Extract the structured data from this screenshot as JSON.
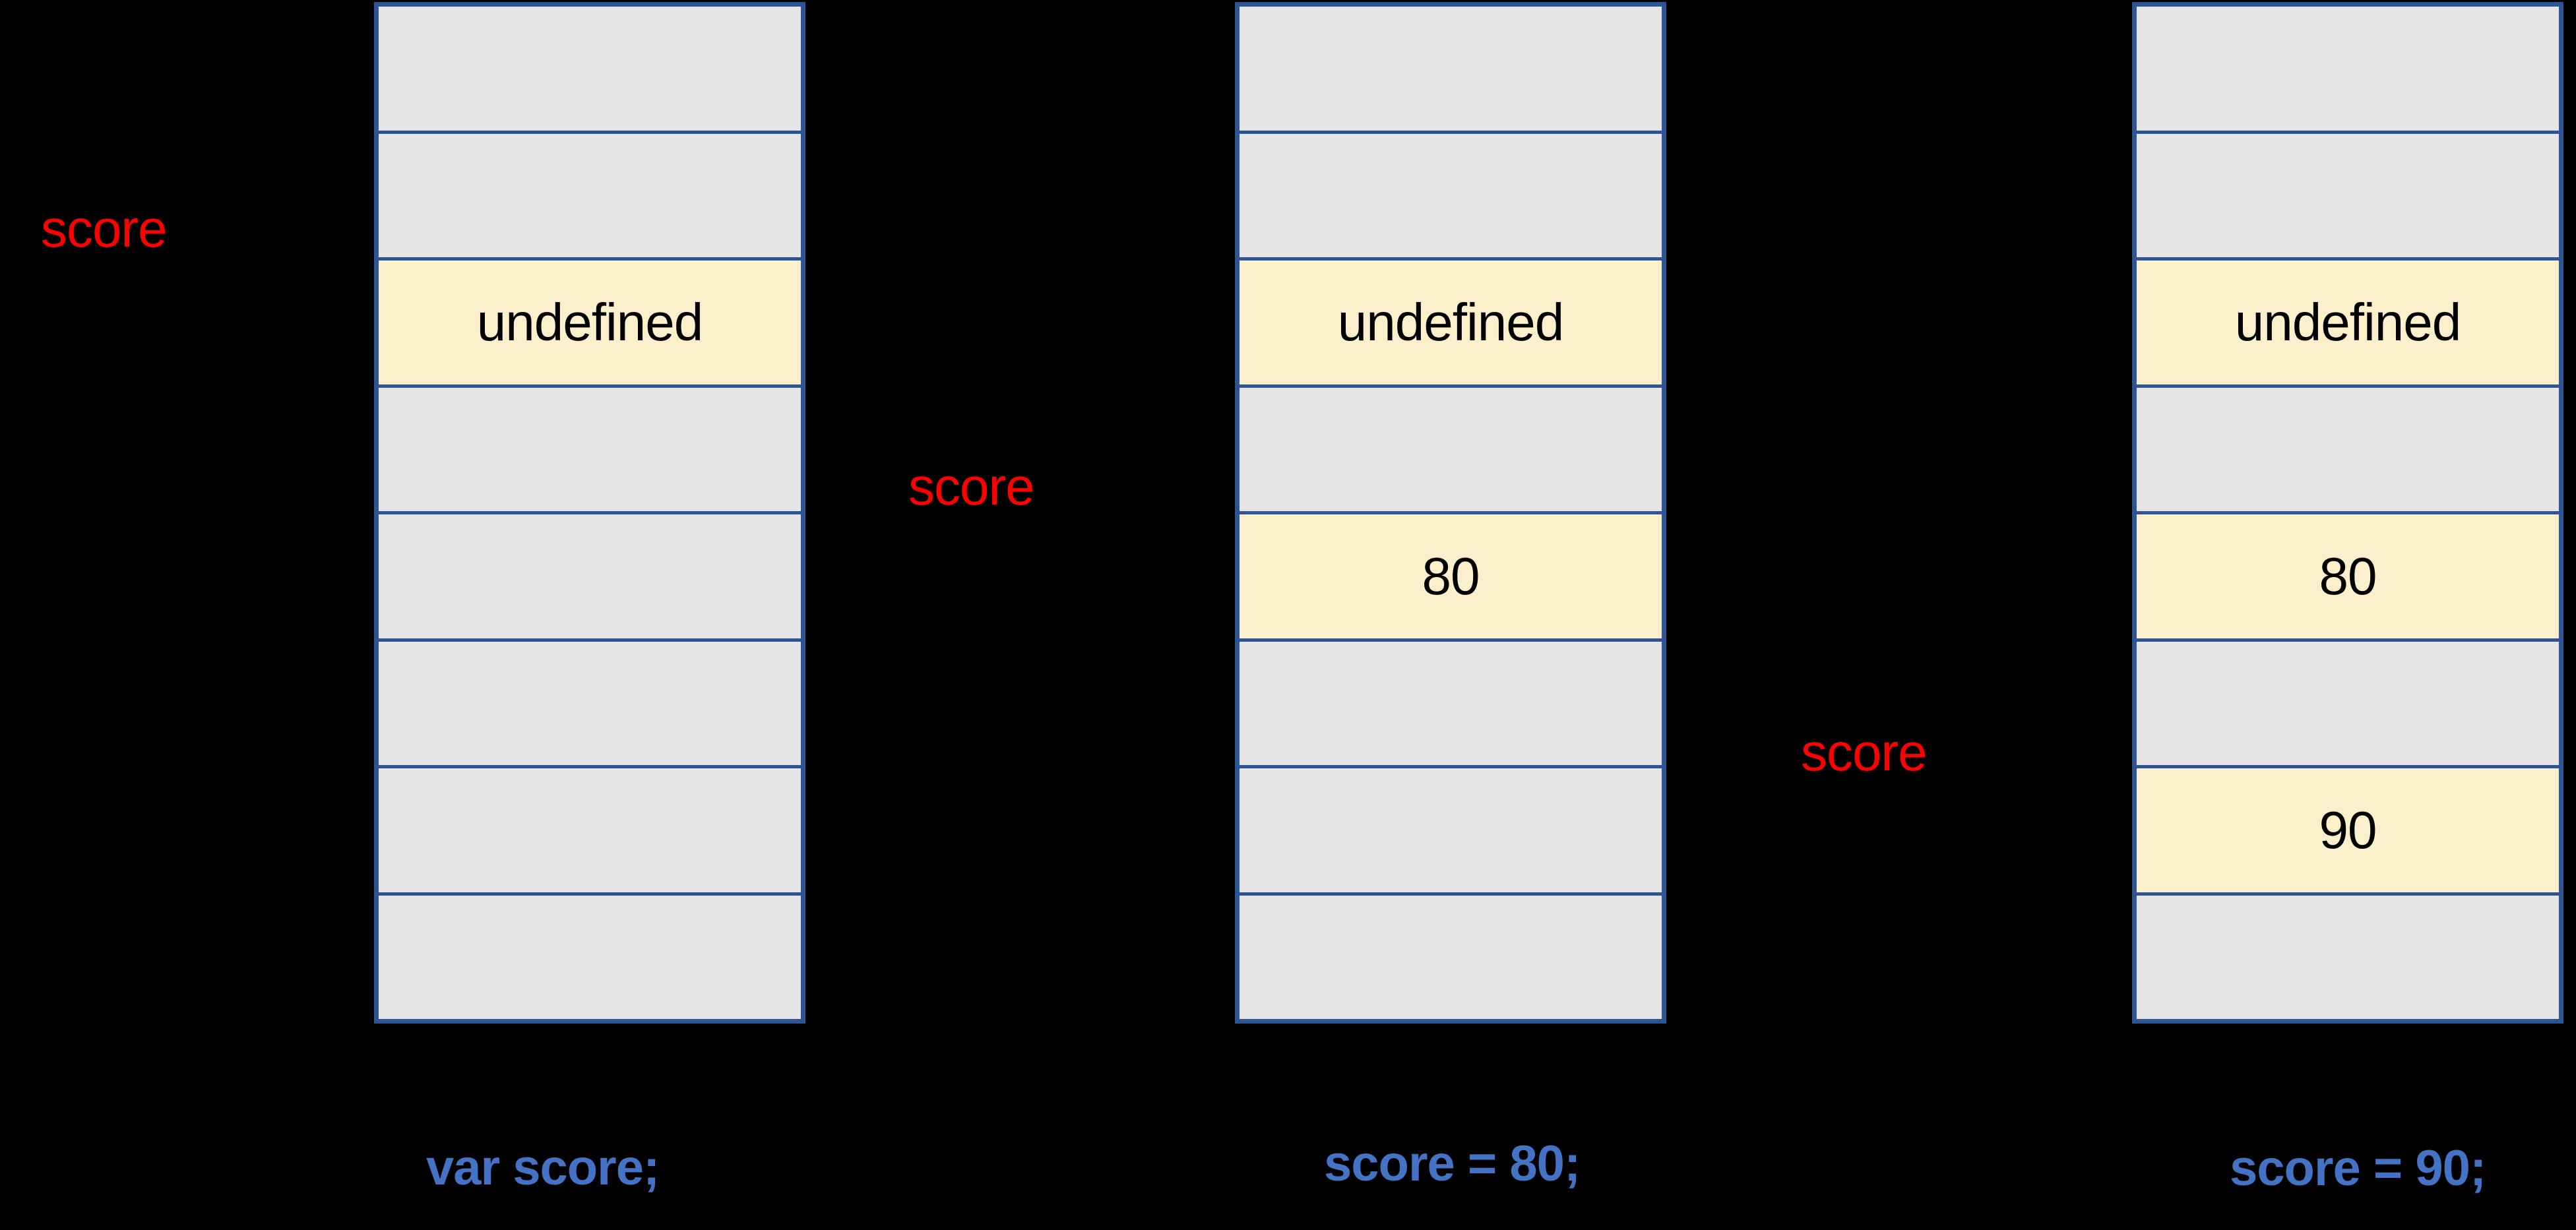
{
  "diagram": {
    "description": "JavaScript variable memory allocation diagram",
    "background_color": "#000000",
    "colors": {
      "cell_fill": "#E6E6E9",
      "cell_highlight_fill": "#FCF0CC",
      "cell_border": "#2E5593",
      "variable_label_color": "#FF0000",
      "caption_color": "#4472C4",
      "cell_text_color": "#000000"
    },
    "columns": [
      {
        "label": "score",
        "caption": "var score;",
        "cells": [
          "",
          "",
          "undefined",
          "",
          "",
          "",
          "",
          ""
        ],
        "highlighted": [
          2
        ]
      },
      {
        "label": "score",
        "caption": "score = 80;",
        "cells": [
          "",
          "",
          "undefined",
          "",
          "80",
          "",
          "",
          ""
        ],
        "highlighted": [
          2,
          4
        ]
      },
      {
        "label": "score",
        "caption": "score = 90;",
        "cells": [
          "",
          "",
          "undefined",
          "",
          "80",
          "",
          "90",
          ""
        ],
        "highlighted": [
          2,
          4,
          6
        ]
      }
    ]
  }
}
